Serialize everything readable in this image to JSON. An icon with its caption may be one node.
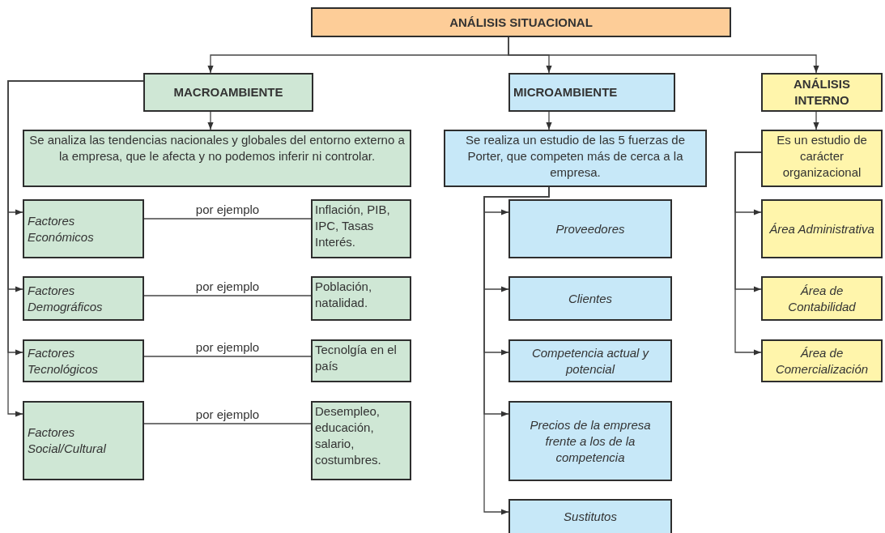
{
  "diagram": {
    "nodes": [
      {
        "text": [
          "ANÁLISIS SITUACIONAL"
        ]
      },
      {
        "text": [
          "MACROAMBIENTE"
        ]
      },
      {
        "text": [
          "MICROAMBIENTE"
        ]
      },
      {
        "text": [
          "ANÁLISIS INTERNO"
        ]
      },
      {
        "text": [
          "Se analiza las tendencias nacionales y globales del entorno externo a la empresa, que le afecta y no podemos inferir ni controlar."
        ]
      },
      {
        "text": [
          "Se realiza un estudio de las 5 fuerzas de Porter, que competen más de cerca a la empresa."
        ]
      },
      {
        "text": [
          "Es un estudio de carácter organizacional"
        ]
      },
      {
        "text": [
          "Factores Económicos"
        ]
      },
      {
        "text": [
          "Inflación, PIB, IPC, Tasas Interés."
        ]
      },
      {
        "text": [
          "Factores Demográficos"
        ]
      },
      {
        "text": [
          "Población, natalidad."
        ]
      },
      {
        "text": [
          "Factores Tecnológicos"
        ]
      },
      {
        "text": [
          "Tecnolgía en el país"
        ]
      },
      {
        "text": [
          "Factores Social/Cultural"
        ]
      },
      {
        "text": [
          "Desempleo, educación, salario, costumbres."
        ]
      },
      {
        "text": [
          "Proveedores"
        ]
      },
      {
        "text": [
          "Clientes"
        ]
      },
      {
        "text": [
          "Competencia actual y potencial"
        ]
      },
      {
        "text": [
          "Precios de la empresa frente a los de la competencia"
        ]
      },
      {
        "text": [
          "Sustitutos"
        ]
      },
      {
        "text": [
          "Área Administrativa"
        ]
      },
      {
        "text": [
          "Área de Contabilidad"
        ]
      },
      {
        "text": [
          "Área de Comercialización"
        ]
      }
    ],
    "edges": [
      {
        "from": 0,
        "to": 1,
        "arrow": "to"
      },
      {
        "from": 0,
        "to": 2,
        "arrow": "to"
      },
      {
        "from": 0,
        "to": 3,
        "arrow": "to"
      },
      {
        "from": 1,
        "to": 4,
        "arrow": "to"
      },
      {
        "from": 2,
        "to": 5,
        "arrow": "to"
      },
      {
        "from": 3,
        "to": 6,
        "arrow": "to"
      },
      {
        "from": 1,
        "to": 7,
        "arrow": "to"
      },
      {
        "from": 1,
        "to": 9,
        "arrow": "to"
      },
      {
        "from": 1,
        "to": 11,
        "arrow": "to"
      },
      {
        "from": 1,
        "to": 13,
        "arrow": "to"
      },
      {
        "from": 5,
        "to": 15,
        "arrow": "to"
      },
      {
        "from": 5,
        "to": 16,
        "arrow": "to"
      },
      {
        "from": 5,
        "to": 17,
        "arrow": "to"
      },
      {
        "from": 5,
        "to": 18,
        "arrow": "to"
      },
      {
        "from": 5,
        "to": 19,
        "arrow": "to"
      },
      {
        "from": 6,
        "to": 20,
        "arrow": "to"
      },
      {
        "from": 6,
        "to": 21,
        "arrow": "to"
      },
      {
        "from": 6,
        "to": 22,
        "arrow": "to"
      },
      {
        "from": 7,
        "to": 8,
        "arrow": "none",
        "label": "por ejemplo"
      },
      {
        "from": 9,
        "to": 10,
        "arrow": "none",
        "label": "por ejemplo"
      },
      {
        "from": 11,
        "to": 12,
        "arrow": "none",
        "label": "por ejemplo"
      },
      {
        "from": 13,
        "to": 14,
        "arrow": "none",
        "label": "por ejemplo"
      }
    ]
  }
}
